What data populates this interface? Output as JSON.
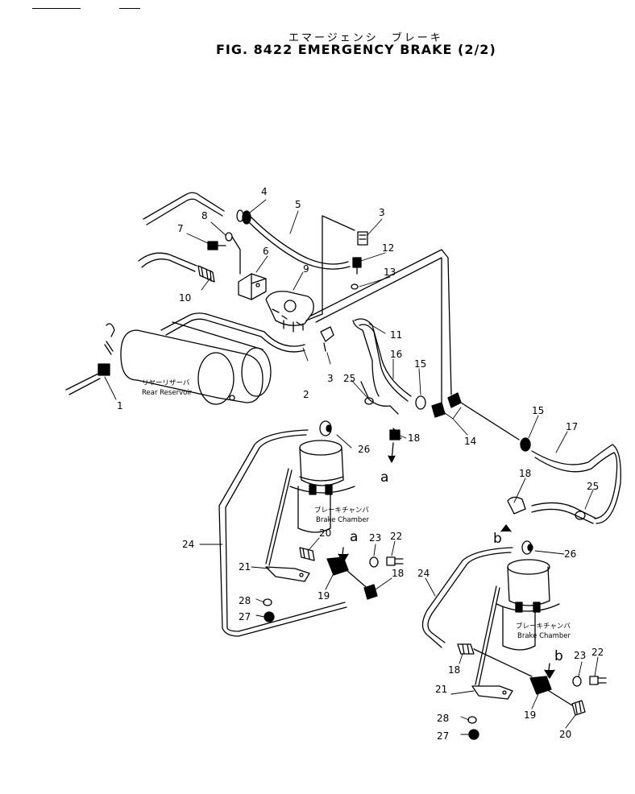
{
  "header": {
    "title_jp": "エマージェンシ　ブレーキ",
    "title": "FIG. 8422   EMERGENCY  BRAKE (2/2)"
  },
  "callouts": {
    "n1": "1",
    "n2": "2",
    "n3a": "3",
    "n3b": "3",
    "n4": "4",
    "n5": "5",
    "n6": "6",
    "n7": "7",
    "n8": "8",
    "n9": "9",
    "n10": "10",
    "n11": "11",
    "n12": "12",
    "n13": "13",
    "n14": "14",
    "n15a": "15",
    "n15b": "15",
    "n16": "16",
    "n17": "17",
    "n18a": "18",
    "n18b": "18",
    "n18c": "18",
    "n18d": "18",
    "n19a": "19",
    "n19b": "19",
    "n20a": "20",
    "n20b": "20",
    "n21a": "21",
    "n21b": "21",
    "n22a": "22",
    "n22b": "22",
    "n23a": "23",
    "n23b": "23",
    "n24a": "24",
    "n24b": "24",
    "n25a": "25",
    "n25b": "25",
    "n26a": "26",
    "n26b": "26",
    "n27a": "27",
    "n27b": "27",
    "n28a": "28",
    "n28b": "28"
  },
  "letters": {
    "a_top": "a",
    "a_mid": "a",
    "b_mid": "b",
    "b_low": "b"
  },
  "labels": {
    "reservoir_jp": "リヤーリザーバ",
    "reservoir_en": "Rear  Reservoir",
    "chamber_jp_left": "ブレーキチャンバ",
    "chamber_en_left": "Brake  Chamber",
    "chamber_jp_right": "ブレーキチャンバ",
    "chamber_en_right": "Brake  Chamber"
  }
}
